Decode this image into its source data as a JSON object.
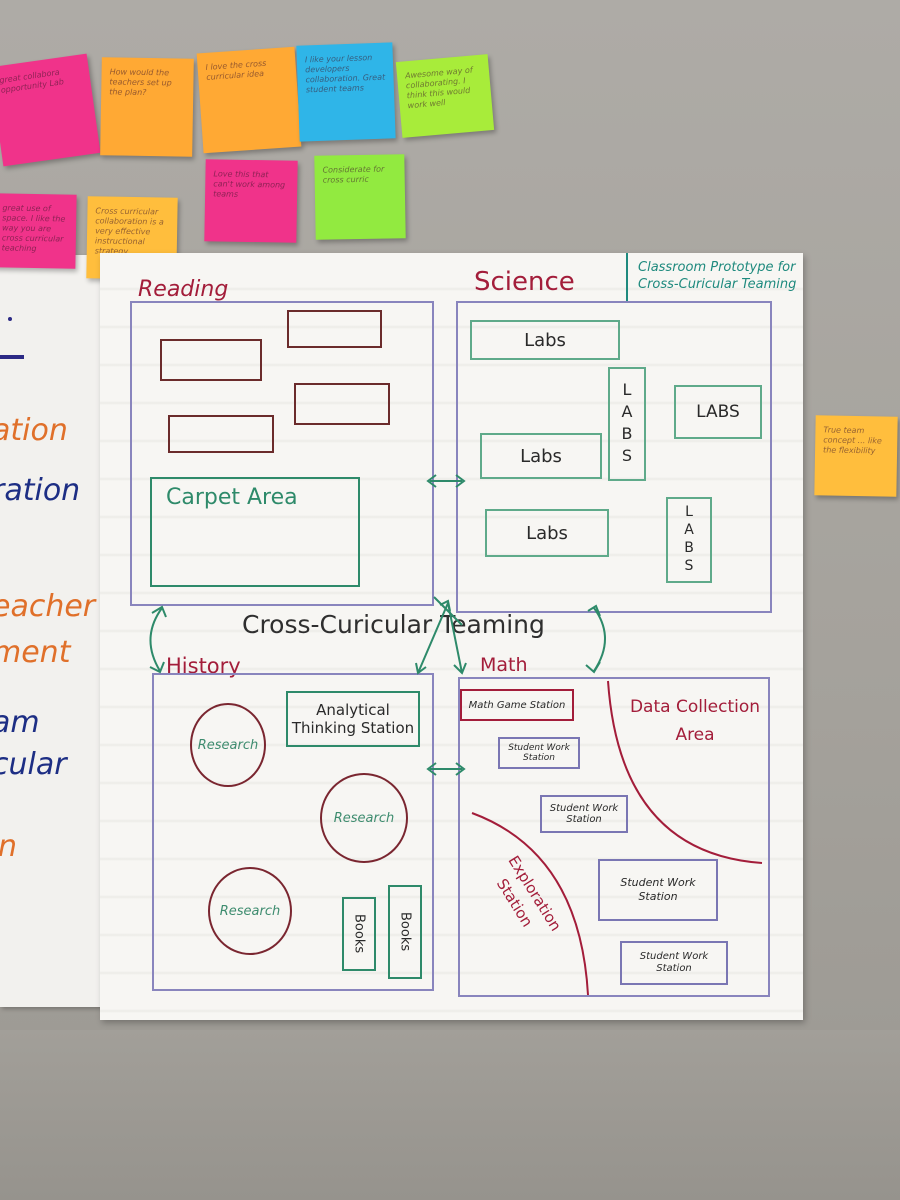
{
  "left_poster": {
    "words": [
      {
        "text": "ation",
        "color": "#e0702a"
      },
      {
        "text": "ration",
        "color": "#1d2e84"
      },
      {
        "text": "eacher",
        "color": "#e0702a"
      },
      {
        "text": "ment",
        "color": "#e0702a"
      },
      {
        "text": "am",
        "color": "#1d2e84"
      },
      {
        "text": "cular",
        "color": "#1d2e84"
      },
      {
        "text": "n",
        "color": "#e0702a"
      }
    ]
  },
  "stickies": [
    {
      "text": "great collabora opportunity Lab"
    },
    {
      "text": "How would the teachers set up the plan?"
    },
    {
      "text": "I love the cross curricular idea"
    },
    {
      "text": "I like your lesson developers collaboration. Great student teams"
    },
    {
      "text": "Awesome way of collaborating. I think this would work well"
    },
    {
      "text": "Love this that can't work among teams"
    },
    {
      "text": "Considerate for cross curric"
    },
    {
      "text": "great use of space. I like the way you are cross curricular teaching"
    },
    {
      "text": "Cross curricular collaboration is a very effective instructional strategy"
    },
    {
      "text": "True team concept ... like the flexibility"
    }
  ],
  "chart": {
    "title": "Classroom Prototype for Cross-Curicular Teaming",
    "center_label": "Cross-Curicular Teaming",
    "reading": {
      "heading": "Reading",
      "carpet": "Carpet Area"
    },
    "science": {
      "heading": "Science",
      "labs_h": [
        "Labs",
        "Labs",
        "Labs"
      ],
      "labs_v": "LABS",
      "labs_box": "LABS"
    },
    "history": {
      "heading": "History",
      "analytical": "Analytical Thinking Station",
      "research": [
        "Research",
        "Research",
        "Research"
      ],
      "books": [
        "Books",
        "Books"
      ]
    },
    "math": {
      "heading": "Math",
      "game": "Math Game Station",
      "student_work": [
        "Student Work Station",
        "Student Work Station",
        "Student Work Station",
        "Student Work Station"
      ],
      "data_area": "Data Collection Area",
      "exploration": "Exploration Station"
    }
  },
  "colors": {
    "purple_ink": "#7a76b3",
    "green_ink": "#2e8a6a",
    "red_ink": "#a31d3a",
    "brown_ink": "#6b2b2b",
    "teal_ink": "#1f8a7e"
  }
}
